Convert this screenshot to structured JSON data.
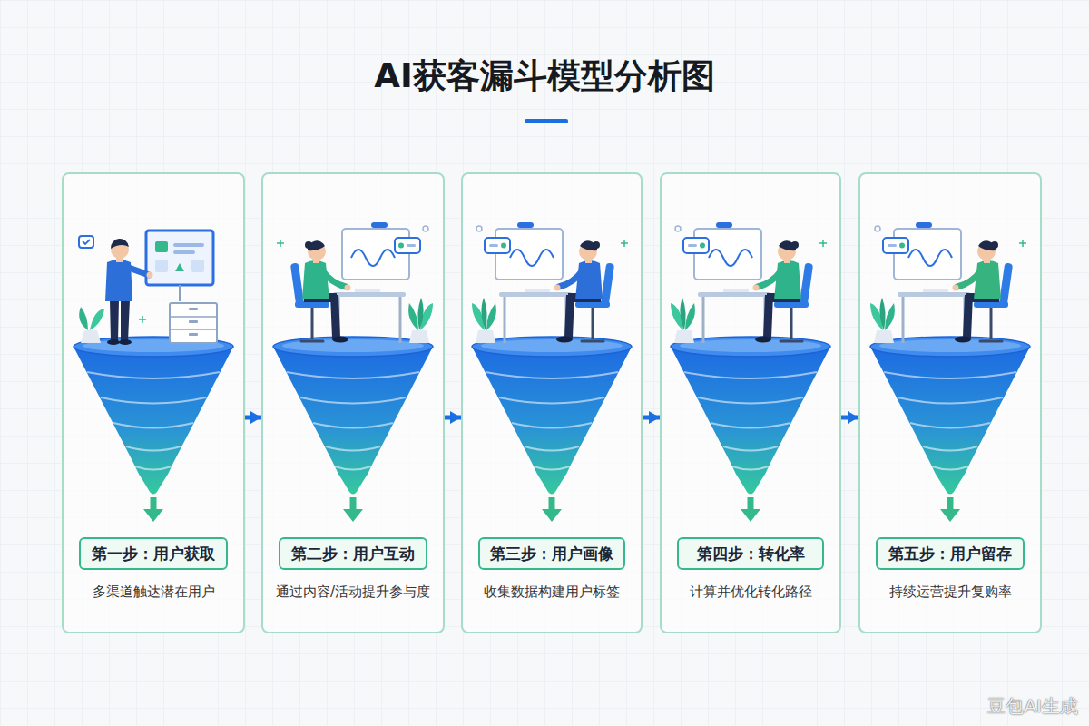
{
  "diagram": {
    "title": "AI获客漏斗模型分析图",
    "nodes": [
      {
        "text": [
          "多渠道触达潜在用户"
        ]
      },
      {
        "text": [
          "第一步：用户获取"
        ],
        "in": 0
      },
      {
        "text": [
          "通过内容/活动提升参与度"
        ]
      },
      {
        "text": [
          "第二步：用户互动"
        ],
        "in": 2
      },
      {
        "text": [
          "收集数据构建用户标签"
        ]
      },
      {
        "text": [
          "第三步：用户画像"
        ],
        "in": 4
      },
      {
        "text": [
          "计算并优化转化路径"
        ]
      },
      {
        "text": [
          "第四步：转化率"
        ],
        "in": 6
      },
      {
        "text": [
          "持续运营提升复购率"
        ]
      },
      {
        "text": [
          "第五步：用户留存"
        ],
        "in": 8
      }
    ],
    "edges": [
      {
        "from": 0,
        "to": 2,
        "arrow": "to"
      },
      {
        "from": 2,
        "to": 4,
        "arrow": "to"
      },
      {
        "from": 4,
        "to": 6,
        "arrow": "to"
      },
      {
        "from": 6,
        "to": 8,
        "arrow": "to"
      }
    ],
    "labels": [
      "豆包AI生成"
    ]
  }
}
